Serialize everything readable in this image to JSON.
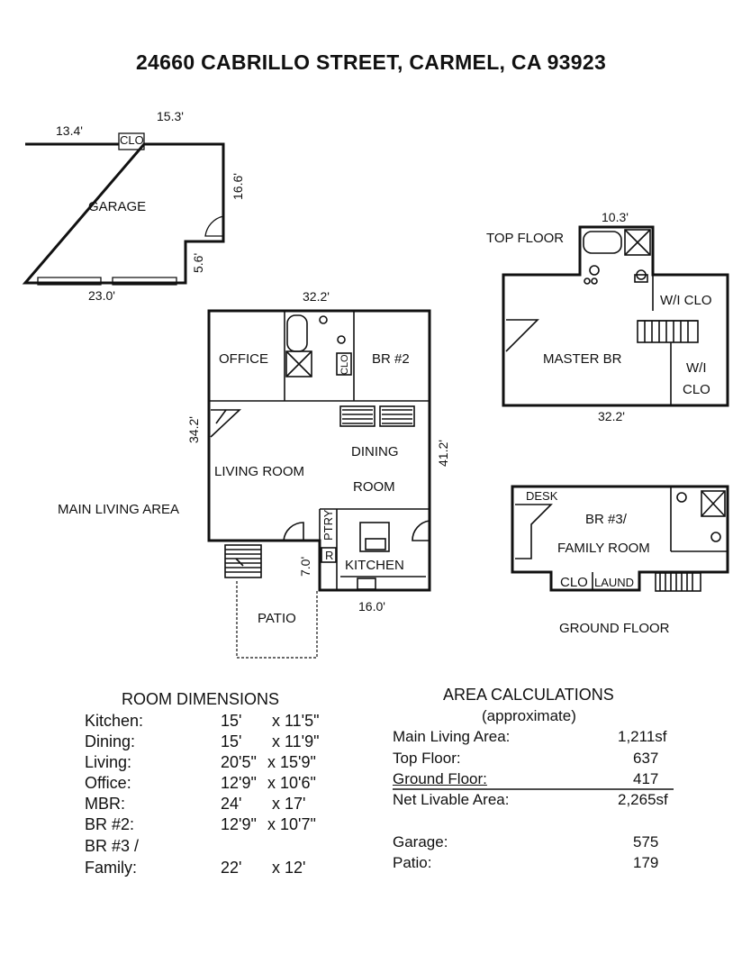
{
  "title": "24660 CABRILLO STREET, CARMEL, CA  93923",
  "garage": {
    "label": "GARAGE",
    "closet": "CLO",
    "dims": {
      "left_top": "13.4'",
      "top": "15.3'",
      "right": "16.6'",
      "step": "5.6'",
      "bottom": "23.0'"
    }
  },
  "main": {
    "area_label": "MAIN LIVING AREA",
    "rooms": {
      "office": "OFFICE",
      "br2": "BR #2",
      "clo": "CLO",
      "living": "LIVING ROOM",
      "dining1": "DINING",
      "dining2": "ROOM",
      "pantry": "PTRY",
      "r": "R",
      "kitchen": "KITCHEN",
      "patio": "PATIO"
    },
    "dims": {
      "top": "32.2'",
      "left": "34.2'",
      "right": "41.2'",
      "bottom": "16.0'",
      "patio": "7.0'"
    }
  },
  "top_floor": {
    "label": "TOP FLOOR",
    "rooms": {
      "wi_clo_1": "W/I CLO",
      "master": "MASTER BR",
      "wi_2a": "W/I",
      "wi_2b": "CLO"
    },
    "dims": {
      "top": "10.3'",
      "bottom": "32.2'"
    }
  },
  "ground_floor": {
    "label": "GROUND FLOOR",
    "rooms": {
      "desk": "DESK",
      "br3a": "BR #3/",
      "br3b": "FAMILY ROOM",
      "clo": "CLO",
      "laund": "LAUND"
    }
  },
  "room_dimensions": {
    "title": "ROOM DIMENSIONS",
    "rows": [
      {
        "name": "Kitchen:",
        "w": "15'",
        "h": "x 11'5\""
      },
      {
        "name": "Dining:",
        "w": "15'",
        "h": "x 11'9\""
      },
      {
        "name": "Living:",
        "w": "20'5\"",
        "h": "x 15'9\""
      },
      {
        "name": "Office:",
        "w": "12'9\"",
        "h": "x 10'6\""
      },
      {
        "name": "MBR:",
        "w": "24'",
        "h": "x 17'"
      },
      {
        "name": "BR #2:",
        "w": "12'9\"",
        "h": "x 10'7\""
      },
      {
        "name": "BR #3 /",
        "w": "",
        "h": ""
      },
      {
        "name": "Family:",
        "w": "22'",
        "h": "x 12'"
      }
    ]
  },
  "area_calculations": {
    "title": "AREA CALCULATIONS",
    "subtitle": "(approximate)",
    "rows": [
      {
        "name": "Main Living Area:",
        "value": "1,211sf"
      },
      {
        "name": "Top Floor:",
        "value": "637"
      },
      {
        "name": "Ground Floor:",
        "value": "417"
      },
      {
        "name": "Net Livable Area:",
        "value": "2,265sf"
      },
      {
        "name": "Garage:",
        "value": "575"
      },
      {
        "name": "Patio:",
        "value": "179"
      }
    ]
  }
}
